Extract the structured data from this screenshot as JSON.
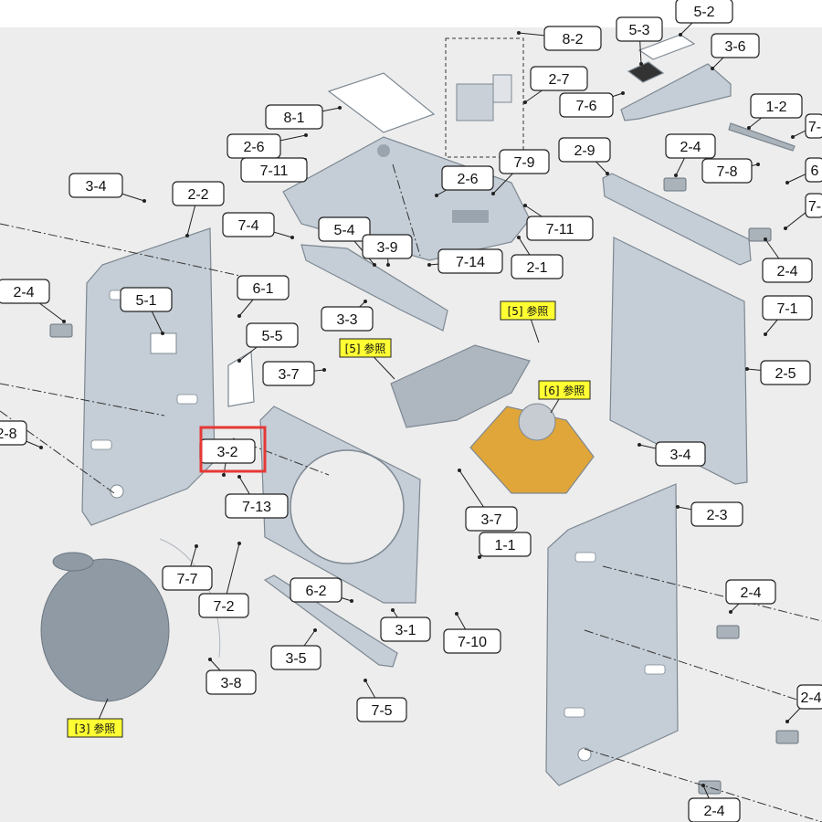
{
  "diagram": {
    "background": "#ededed",
    "part_color": "#c5cdd6",
    "part_dark": "#9aa4ae",
    "note_color": "#ffff33",
    "highlight_color": "#e53935",
    "highlighted_label": "3-2",
    "labels": [
      "8-2",
      "5-2",
      "5-3",
      "3-6",
      "2-7",
      "7-6",
      "8-1",
      "1-2",
      "7-",
      "2-6",
      "2-9",
      "2-4",
      "7-11",
      "3-4",
      "2-2",
      "7-9",
      "7-8",
      "6",
      "2-6",
      "7-4",
      "5-4",
      "7-11",
      "7-",
      "3-9",
      "7-14",
      "2-1",
      "2-4",
      "2-4",
      "6-1",
      "5-1",
      "3-3",
      "7-1",
      "5-5",
      "3-7",
      "2-5",
      "2-8",
      "3-2",
      "7-13",
      "3-4",
      "3-7",
      "2-3",
      "1-1",
      "6-2",
      "7-7",
      "7-2",
      "2-4",
      "3-1",
      "3-5",
      "7-10",
      "3-8",
      "7-5",
      "2-4",
      "2-4"
    ],
    "notes": [
      "[5] 参照",
      "[5] 参照",
      "[6] 参照",
      "[3] 参照"
    ]
  }
}
